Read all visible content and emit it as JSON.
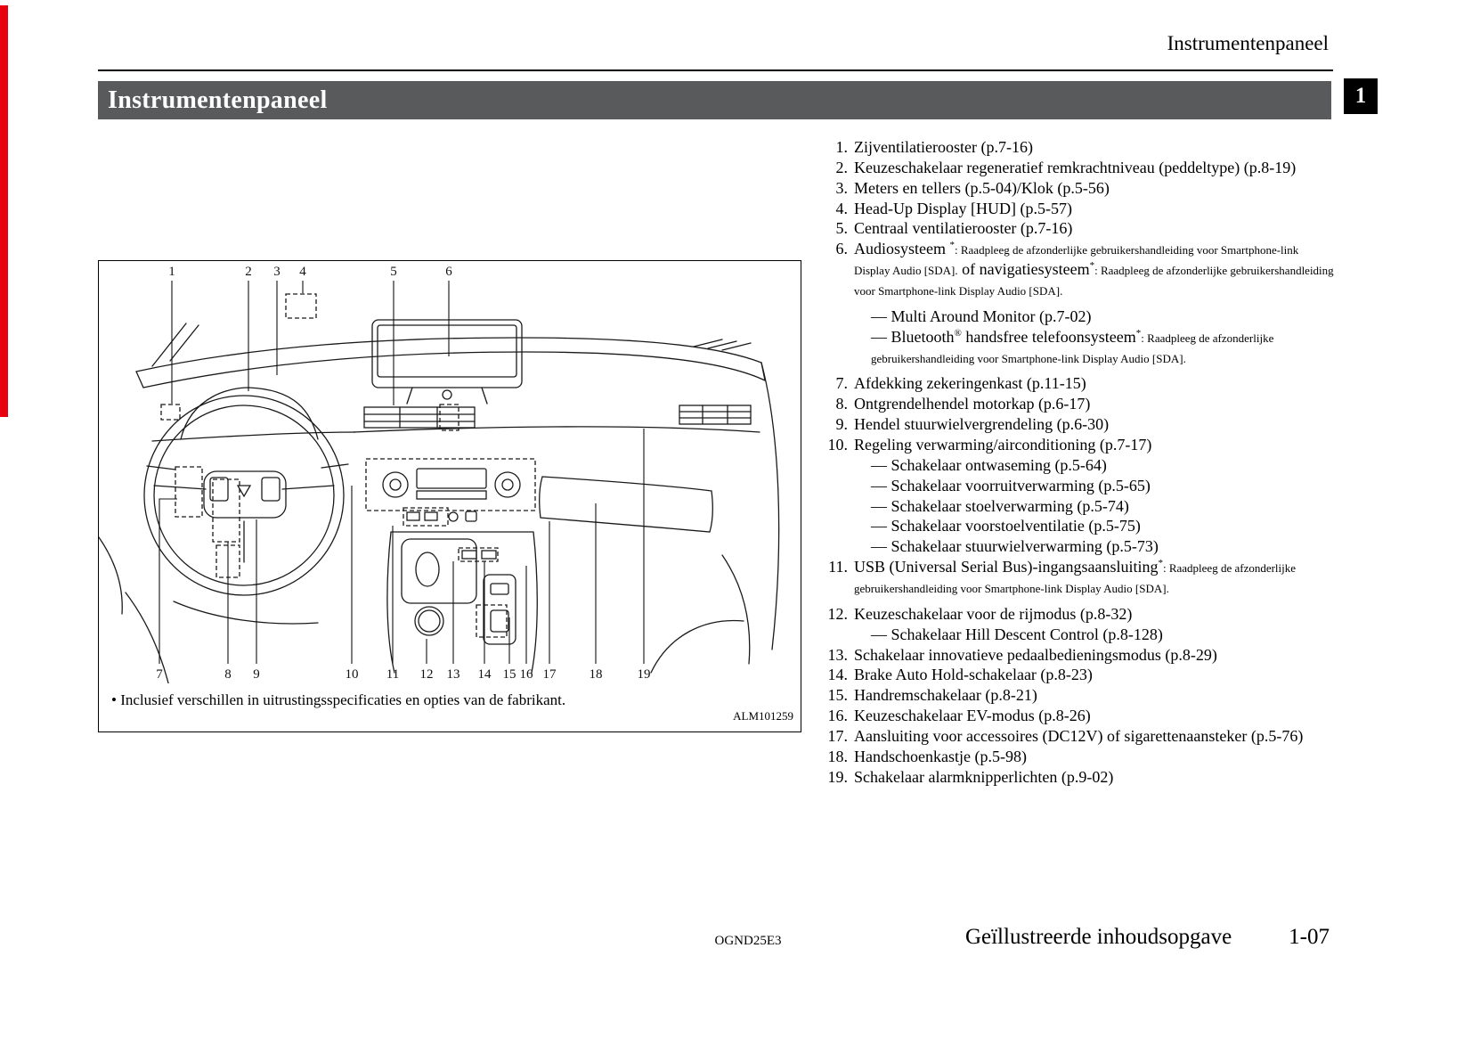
{
  "page": {
    "header_right": "Instrumentenpaneel",
    "tab_number": "1",
    "title_bar": "Instrumentenpaneel",
    "footer_code": "OGND25E3",
    "footer_section": "Geïllustreerde inhoudsopgave",
    "footer_page": "1-07"
  },
  "figure": {
    "note": "• Inclusief verschillen in uitrustingsspecificaties en opties van de fabrikant.",
    "code": "ALM101259",
    "top_callouts": [
      "1",
      "2",
      "3",
      "4",
      "5",
      "6"
    ],
    "bottom_callouts": [
      "7",
      "8",
      "9",
      "10",
      "11",
      "12",
      "13",
      "14",
      "15",
      "16",
      "17",
      "18",
      "19"
    ]
  },
  "list": {
    "items": [
      {
        "num": "1.",
        "main": [
          [
            "n",
            "Zijventilatierooster (p.7-16)"
          ]
        ]
      },
      {
        "num": "2.",
        "main": [
          [
            "n",
            "Keuzeschakelaar regeneratief remkrachtniveau (peddeltype) (p.8-19)"
          ]
        ]
      },
      {
        "num": "3.",
        "main": [
          [
            "n",
            "Meters en tellers (p.5-04)/Klok (p.5-56)"
          ]
        ]
      },
      {
        "num": "4.",
        "main": [
          [
            "n",
            "Head-Up Display [HUD] (p.5-57)"
          ]
        ]
      },
      {
        "num": "5.",
        "main": [
          [
            "n",
            "Centraal ventilatierooster (p.7-16)"
          ]
        ]
      },
      {
        "num": "6.",
        "main": [
          [
            "n",
            "Audiosysteem "
          ],
          [
            "sup",
            "*"
          ],
          [
            "s",
            ": Raadpleeg de afzonderlijke gebruikershandleiding voor Smartphone-link Display Audio [SDA]."
          ],
          [
            "n",
            " of navigatiesysteem"
          ],
          [
            "sup",
            "*"
          ],
          [
            "s",
            ": Raadpleeg de afzonderlijke gebruikershandleiding voor Smartphone-link Display Audio [SDA]."
          ]
        ],
        "subs": [
          [
            [
              "n",
              "— Multi Around Monitor (p.7-02)"
            ]
          ],
          [
            [
              "n",
              "— Bluetooth"
            ],
            [
              "sup",
              "®"
            ],
            [
              "n",
              " handsfree telefoonsysteem"
            ],
            [
              "sup",
              "*"
            ],
            [
              "s",
              ": Raadpleeg de afzonderlijke gebruikershandleiding voor Smartphone-link Display Audio [SDA]."
            ]
          ]
        ]
      },
      {
        "num": "7.",
        "main": [
          [
            "n",
            "Afdekking zekeringenkast (p.11-15)"
          ]
        ]
      },
      {
        "num": "8.",
        "main": [
          [
            "n",
            "Ontgrendelhendel motorkap (p.6-17)"
          ]
        ]
      },
      {
        "num": "9.",
        "main": [
          [
            "n",
            "Hendel stuurwielvergrendeling (p.6-30)"
          ]
        ]
      },
      {
        "num": "10.",
        "main": [
          [
            "n",
            "Regeling verwarming/airconditioning (p.7-17)"
          ]
        ],
        "subs": [
          [
            [
              "n",
              "— Schakelaar ontwaseming (p.5-64)"
            ]
          ],
          [
            [
              "n",
              "— Schakelaar voorruitverwarming (p.5-65)"
            ]
          ],
          [
            [
              "n",
              "— Schakelaar stoelverwarming (p.5-74)"
            ]
          ],
          [
            [
              "n",
              "— Schakelaar voorstoelventilatie (p.5-75)"
            ]
          ],
          [
            [
              "n",
              "— Schakelaar stuurwielverwarming (p.5-73)"
            ]
          ]
        ]
      },
      {
        "num": "11.",
        "main": [
          [
            "n",
            "USB (Universal Serial Bus)-ingangsaansluiting"
          ],
          [
            "sup",
            "*"
          ],
          [
            "s",
            ": Raadpleeg de afzonderlijke gebruikershandleiding voor Smartphone-link Display Audio [SDA]."
          ]
        ]
      },
      {
        "num": "12.",
        "main": [
          [
            "n",
            "Keuzeschakelaar voor de rijmodus (p.8-32)"
          ]
        ],
        "subs": [
          [
            [
              "n",
              "— Schakelaar Hill Descent Control (p.8-128)"
            ]
          ]
        ]
      },
      {
        "num": "13.",
        "main": [
          [
            "n",
            "Schakelaar innovatieve pedaalbedieningsmodus (p.8-29)"
          ]
        ]
      },
      {
        "num": "14.",
        "main": [
          [
            "n",
            "Brake Auto Hold-schakelaar (p.8-23)"
          ]
        ]
      },
      {
        "num": "15.",
        "main": [
          [
            "n",
            "Handremschakelaar (p.8-21)"
          ]
        ]
      },
      {
        "num": "16.",
        "main": [
          [
            "n",
            "Keuzeschakelaar EV-modus (p.8-26)"
          ]
        ]
      },
      {
        "num": "17.",
        "main": [
          [
            "n",
            "Aansluiting voor accessoires (DC12V) of sigarettenaansteker (p.5-76)"
          ]
        ]
      },
      {
        "num": "18.",
        "main": [
          [
            "n",
            "Handschoenkastje (p.5-98)"
          ]
        ]
      },
      {
        "num": "19.",
        "main": [
          [
            "n",
            "Schakelaar alarmknipperlichten (p.9-02)"
          ]
        ]
      }
    ]
  }
}
